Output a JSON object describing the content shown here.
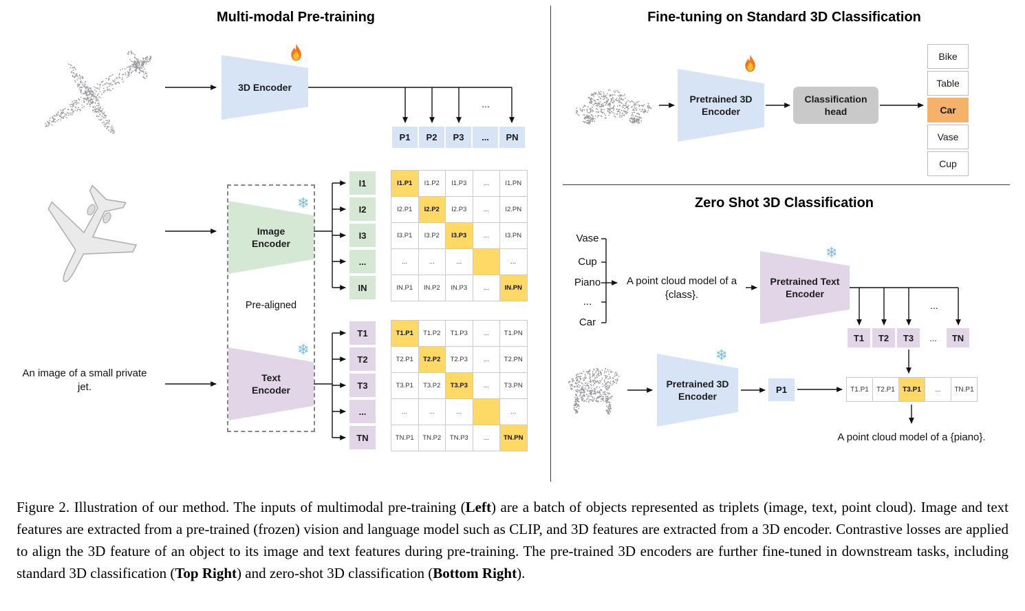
{
  "pretraining": {
    "title": "Multi-modal Pre-training",
    "encoder_3d_label": "3D Encoder",
    "image_encoder_label": "Image Encoder",
    "text_encoder_label": "Text Encoder",
    "pre_aligned_label": "Pre-aligned",
    "image_caption": "An image of a small private jet.",
    "dots": "...",
    "p_row": [
      "P1",
      "P2",
      "P3",
      "...",
      "PN"
    ],
    "image_rows": [
      "I1",
      "I2",
      "I3",
      "...",
      "IN"
    ],
    "text_rows": [
      "T1",
      "T2",
      "T3",
      "...",
      "TN"
    ],
    "image_matrix": [
      [
        "I1.P1",
        "I1.P2",
        "I1.P3",
        "...",
        "I1.PN"
      ],
      [
        "I2.P1",
        "I2.P2",
        "I2.P3",
        "...",
        "I2.PN"
      ],
      [
        "I3.P1",
        "I3.P2",
        "I3.P3",
        "...",
        "I3.PN"
      ],
      [
        "...",
        "...",
        "...",
        "",
        "..."
      ],
      [
        "IN.P1",
        "IN.P2",
        "IN.P3",
        "...",
        "IN.PN"
      ]
    ],
    "text_matrix": [
      [
        "T1.P1",
        "T1.P2",
        "T1.P3",
        "...",
        "T1.PN"
      ],
      [
        "T2.P1",
        "T2.P2",
        "T2.P3",
        "...",
        "T2.PN"
      ],
      [
        "T3.P1",
        "T3.P2",
        "T3.P3",
        "...",
        "T3.PN"
      ],
      [
        "...",
        "...",
        "...",
        "",
        "..."
      ],
      [
        "TN.P1",
        "TN.P2",
        "TN.P3",
        "...",
        "TN.PN"
      ]
    ]
  },
  "finetune": {
    "title": "Fine-tuning on Standard 3D Classification",
    "encoder_label": "Pretrained 3D Encoder",
    "head_label": "Classification head",
    "classes": [
      "Bike",
      "Table",
      "Car",
      "Vase",
      "Cup"
    ],
    "highlighted_class": "Car"
  },
  "zeroshot": {
    "title": "Zero Shot 3D Classification",
    "classes": [
      "Vase",
      "Cup",
      "Piano",
      "...",
      "Car"
    ],
    "prompt": "A point cloud model of a {class}.",
    "text_encoder_label": "Pretrained Text Encoder",
    "encoder_label": "Pretrained 3D Encoder",
    "fan_dots": "...",
    "t_row": [
      "T1",
      "T2",
      "T3",
      "...",
      "TN"
    ],
    "p_cell": "P1",
    "result_row": [
      "T1.P1",
      "T2.P1",
      "T3.P1",
      "...",
      "TN.P1"
    ],
    "output": "A point cloud model of a {piano}."
  },
  "colors": {
    "encoder_blue": "#D6E4F5",
    "encoder_green": "#D5E8D4",
    "encoder_purple": "#E1D5E7",
    "highlight_orange": "#FFD966",
    "class_orange": "#F6B26B",
    "head_gray": "#C9C9C9"
  },
  "caption": {
    "segments": [
      {
        "text": "Figure 2. Illustration of our method. The inputs of multimodal pre-training (",
        "bold": false
      },
      {
        "text": "Left",
        "bold": true
      },
      {
        "text": ") are a batch of objects represented as triplets (image, text, point cloud). Image and text features are extracted from a pre-trained (frozen) vision and language model such as CLIP, and 3D features are extracted from a 3D encoder. Contrastive losses are applied to align the 3D feature of an object to its image and text features during pre-training. The pre-trained 3D encoders are further fine-tuned in downstream tasks, including standard 3D classification (",
        "bold": false
      },
      {
        "text": "Top Right",
        "bold": true
      },
      {
        "text": ") and zero-shot 3D classification (",
        "bold": false
      },
      {
        "text": "Bottom Right",
        "bold": true
      },
      {
        "text": ").",
        "bold": false
      }
    ]
  }
}
